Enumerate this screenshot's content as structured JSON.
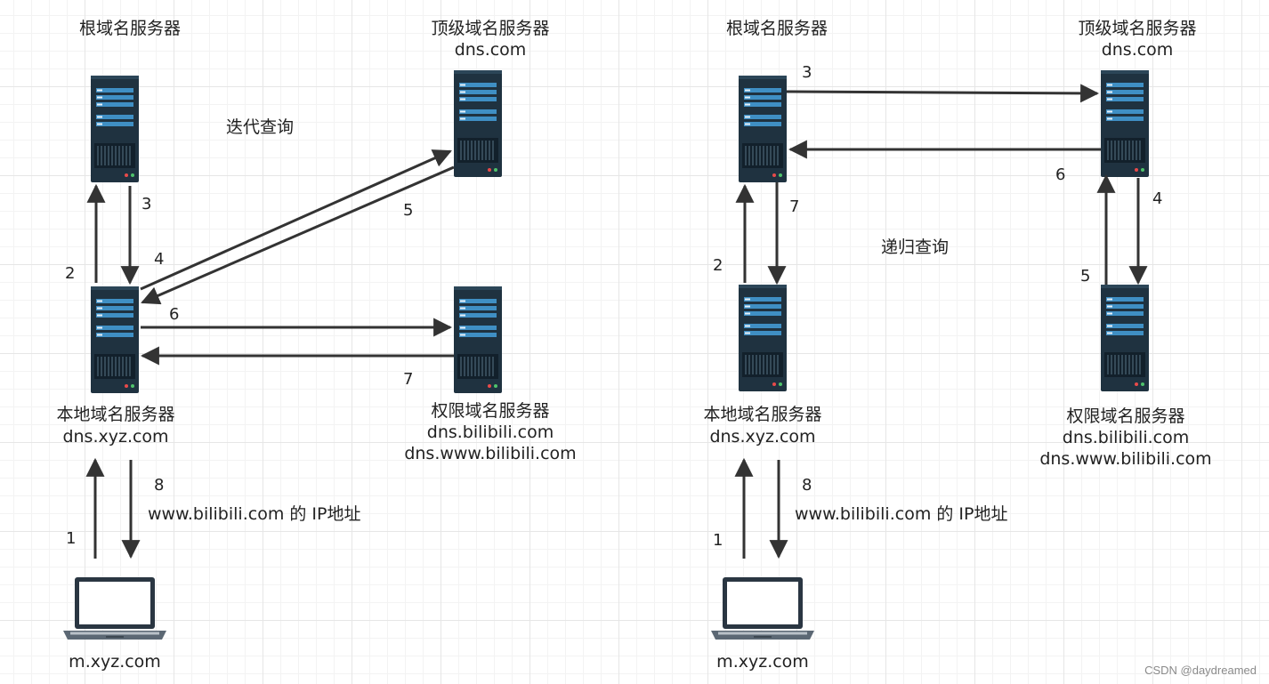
{
  "left": {
    "mode_label": "迭代查询",
    "root": {
      "name": "根域名服务器"
    },
    "tld": {
      "name": "顶级域名服务器",
      "domain": "dns.com"
    },
    "local": {
      "name": "本地域名服务器",
      "domain": "dns.xyz.com"
    },
    "auth": {
      "name": "权限域名服务器",
      "domain1": "dns.bilibili.com",
      "domain2": "dns.www.bilibili.com"
    },
    "client": {
      "name": "m.xyz.com"
    },
    "answer": "www.bilibili.com 的 IP地址",
    "steps": [
      "1",
      "2",
      "3",
      "4",
      "5",
      "6",
      "7",
      "8"
    ]
  },
  "right": {
    "mode_label": "递归查询",
    "root": {
      "name": "根域名服务器"
    },
    "tld": {
      "name": "顶级域名服务器",
      "domain": "dns.com"
    },
    "local": {
      "name": "本地域名服务器",
      "domain": "dns.xyz.com"
    },
    "auth": {
      "name": "权限域名服务器",
      "domain1": "dns.bilibili.com",
      "domain2": "dns.www.bilibili.com"
    },
    "client": {
      "name": "m.xyz.com"
    },
    "answer": "www.bilibili.com 的 IP地址",
    "steps": [
      "1",
      "2",
      "3",
      "4",
      "5",
      "6",
      "7",
      "8"
    ]
  },
  "watermark": "CSDN @daydreamed",
  "colors": {
    "server_body": "#1f3240",
    "server_accent": "#3f8fc4",
    "arrow": "#333333",
    "grid": "#e6e6e6"
  },
  "icons": {
    "server": "server-rack-icon",
    "client": "laptop-icon"
  }
}
